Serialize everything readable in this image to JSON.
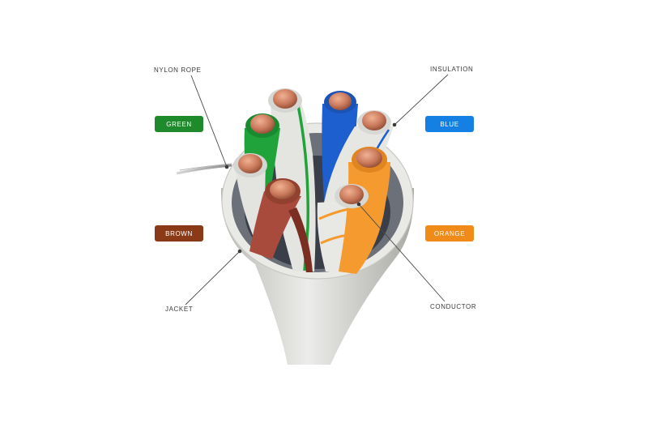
{
  "callouts": {
    "nylon_rope": "NYLON ROPE",
    "insulation": "INSULATION",
    "jacket": "JACKET",
    "conductor": "CONDUCTOR"
  },
  "color_badges": [
    {
      "label": "GREEN",
      "color": "#1f8a2c"
    },
    {
      "label": "BLUE",
      "color": "#1580e3"
    },
    {
      "label": "BROWN",
      "color": "#8a3a17"
    },
    {
      "label": "ORANGE",
      "color": "#f08a19"
    }
  ],
  "wire_colors": {
    "green": "#21a33c",
    "blue": "#1e5fd0",
    "brown": "#a84a3c",
    "orange": "#f49a2e",
    "white": "#e6e6e4",
    "copper": "#c9785a",
    "jacket": "#dcdcd8"
  }
}
